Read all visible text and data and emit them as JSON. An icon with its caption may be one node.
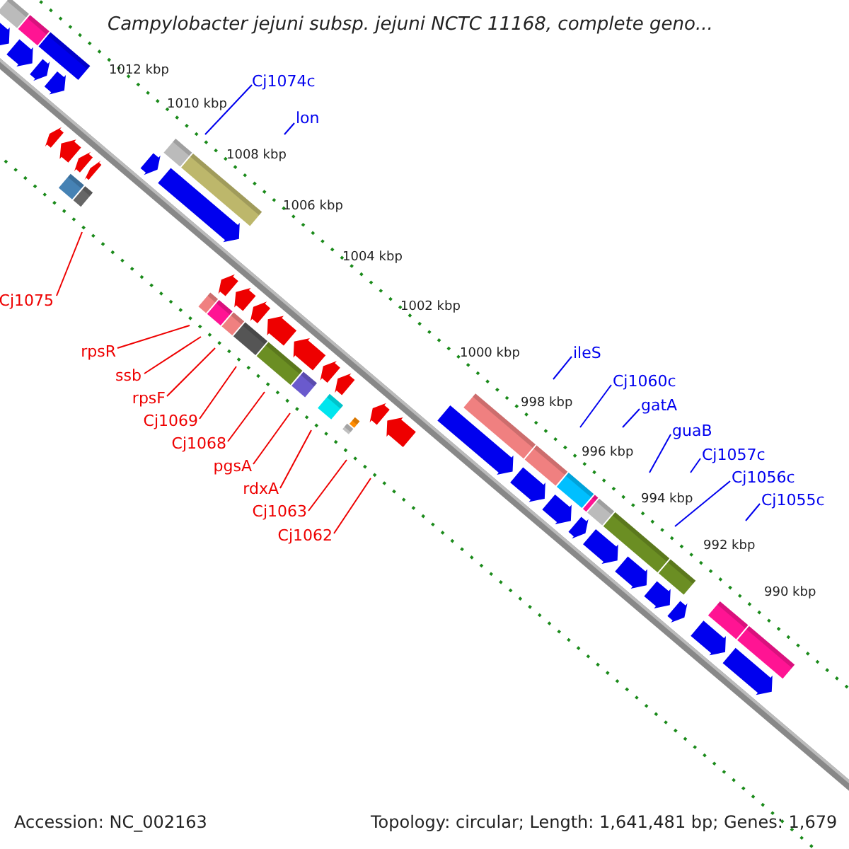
{
  "diagram": {
    "title": "Campylobacter jejuni subsp. jejuni NCTC 11168, complete geno...",
    "nodes": [
      {
        "text": [
          "Cj1074c"
        ]
      },
      {
        "text": [
          "lon"
        ]
      },
      {
        "text": [
          "Cj1075"
        ]
      },
      {
        "text": [
          "rpsR"
        ]
      },
      {
        "text": [
          "ssb"
        ]
      },
      {
        "text": [
          "rpsF"
        ]
      },
      {
        "text": [
          "Cj1069"
        ]
      },
      {
        "text": [
          "Cj1068"
        ]
      },
      {
        "text": [
          "pgsA"
        ]
      },
      {
        "text": [
          "rdxA"
        ]
      },
      {
        "text": [
          "Cj1063"
        ]
      },
      {
        "text": [
          "Cj1062"
        ]
      },
      {
        "text": [
          "ileS"
        ]
      },
      {
        "text": [
          "Cj1060c"
        ]
      },
      {
        "text": [
          "gatA"
        ]
      },
      {
        "text": [
          "guaB"
        ]
      },
      {
        "text": [
          "Cj1057c"
        ]
      },
      {
        "text": [
          "Cj1056c"
        ]
      },
      {
        "text": [
          "Cj1055c"
        ]
      }
    ],
    "edges": [
      {
        "from": 0,
        "to": null,
        "arrow": "none",
        "color": "#0000ee"
      },
      {
        "from": 1,
        "to": null,
        "arrow": "none",
        "color": "#0000ee"
      },
      {
        "from": 2,
        "to": null,
        "arrow": "none"
      },
      {
        "from": 3,
        "to": null,
        "arrow": "none"
      },
      {
        "from": 4,
        "to": null,
        "arrow": "none"
      },
      {
        "from": 5,
        "to": null,
        "arrow": "none"
      },
      {
        "from": 6,
        "to": null,
        "arrow": "none"
      },
      {
        "from": 7,
        "to": null,
        "arrow": "none"
      },
      {
        "from": 8,
        "to": null,
        "arrow": "none"
      },
      {
        "from": 9,
        "to": null,
        "arrow": "none"
      },
      {
        "from": 10,
        "to": null,
        "arrow": "none"
      },
      {
        "from": 11,
        "to": null,
        "arrow": "none"
      },
      {
        "from": 12,
        "to": null,
        "arrow": "none",
        "color": "#0000ee"
      },
      {
        "from": 13,
        "to": null,
        "arrow": "none",
        "color": "#0000ee"
      },
      {
        "from": 14,
        "to": null,
        "arrow": "none",
        "color": "#0000ee"
      },
      {
        "from": 15,
        "to": null,
        "arrow": "none",
        "color": "#0000ee"
      },
      {
        "from": 16,
        "to": null,
        "arrow": "none",
        "color": "#0000ee"
      },
      {
        "from": 17,
        "to": null,
        "arrow": "none",
        "color": "#0000ee"
      },
      {
        "from": 18,
        "to": null,
        "arrow": "none",
        "color": "#0000ee"
      }
    ],
    "labels": [
      "1012 kbp",
      "1010 kbp",
      "1008 kbp",
      "1006 kbp",
      "1004 kbp",
      "1002 kbp",
      "1000 kbp",
      "998 kbp",
      "996 kbp",
      "994 kbp",
      "992 kbp",
      "990 kbp",
      "Accession: NC_002163",
      "Topology: circular; Length: 1,641,481 bp; Genes: 1,679"
    ]
  }
}
